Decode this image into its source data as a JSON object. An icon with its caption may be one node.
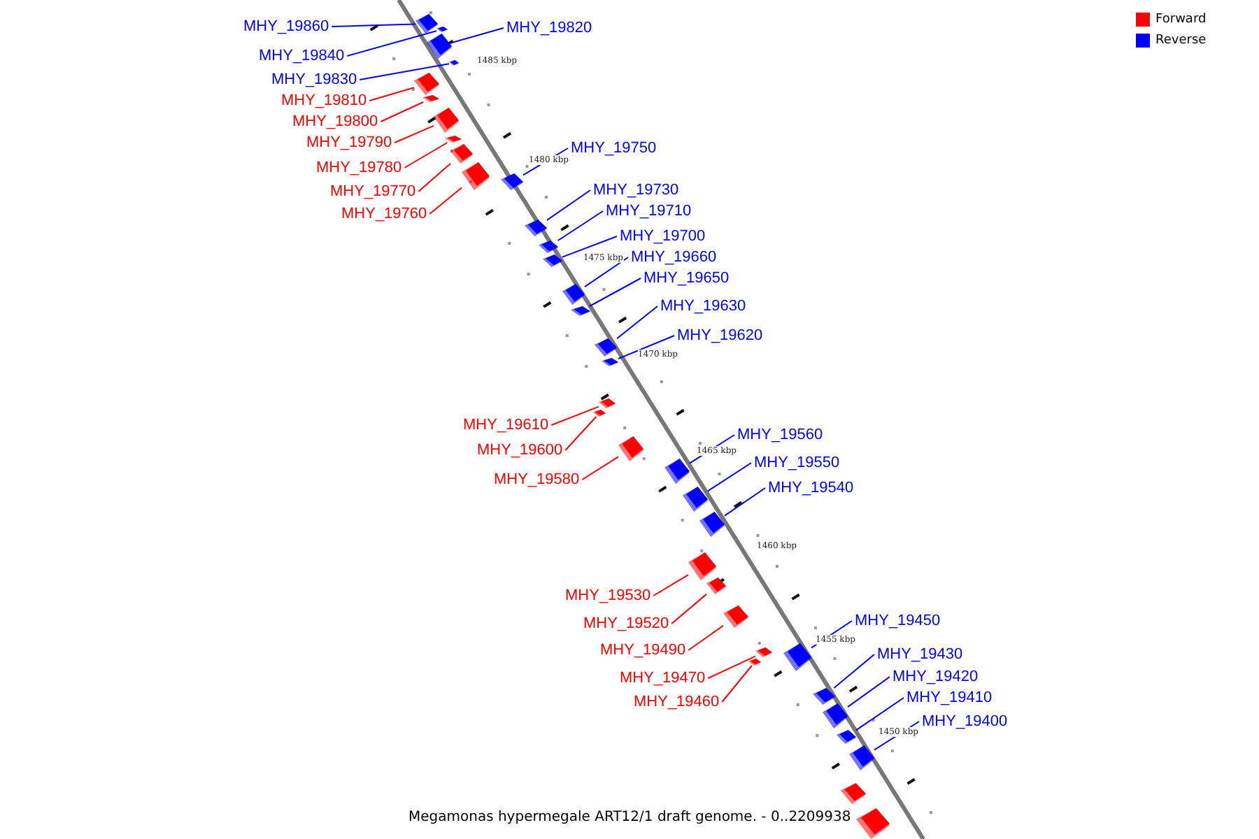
{
  "diagram": {
    "caption": "Megamonas hypermegale ART12/1 draft genome. - 0..2209938",
    "nodes": [
      {
        "text": [
          "MHY_19860"
        ]
      },
      {
        "text": [],
        "shape": "box"
      },
      {
        "text": [
          "MHY_19820"
        ]
      },
      {
        "text": [],
        "shape": "box"
      },
      {
        "text": [
          "MHY_19840"
        ]
      },
      {
        "text": [],
        "shape": "box"
      },
      {
        "text": [
          "MHY_19830"
        ]
      },
      {
        "text": [],
        "shape": "box"
      },
      {
        "text": [
          "MHY_19810"
        ]
      },
      {
        "text": [],
        "shape": "box"
      },
      {
        "text": [
          "MHY_19800"
        ]
      },
      {
        "text": [],
        "shape": "box"
      },
      {
        "text": [
          "MHY_19790"
        ]
      },
      {
        "text": [],
        "shape": "box"
      },
      {
        "text": [
          "MHY_19750"
        ]
      },
      {
        "text": [],
        "shape": "box"
      },
      {
        "text": [
          "MHY_19780"
        ]
      },
      {
        "text": [],
        "shape": "box"
      },
      {
        "text": [
          "MHY_19730"
        ]
      },
      {
        "text": [],
        "shape": "box"
      },
      {
        "text": [
          "MHY_19770"
        ]
      },
      {
        "text": [],
        "shape": "box"
      },
      {
        "text": [
          "MHY_19710"
        ]
      },
      {
        "text": [],
        "shape": "box"
      },
      {
        "text": [
          "MHY_19760"
        ]
      },
      {
        "text": [],
        "shape": "box"
      },
      {
        "text": [
          "MHY_19700"
        ]
      },
      {
        "text": [],
        "shape": "box"
      },
      {
        "text": [
          "MHY_19660"
        ]
      },
      {
        "text": [],
        "shape": "box"
      },
      {
        "text": [
          "MHY_19650"
        ]
      },
      {
        "text": [],
        "shape": "box"
      },
      {
        "text": [
          "MHY_19630"
        ]
      },
      {
        "text": [],
        "shape": "box"
      },
      {
        "text": [
          "MHY_19620"
        ]
      },
      {
        "text": [],
        "shape": "box"
      },
      {
        "text": [
          "MHY_19610"
        ]
      },
      {
        "text": [],
        "shape": "box"
      },
      {
        "text": [
          "MHY_19560"
        ]
      },
      {
        "text": [],
        "shape": "box"
      },
      {
        "text": [
          "MHY_19600"
        ]
      },
      {
        "text": [],
        "shape": "box"
      },
      {
        "text": [
          "MHY_19550"
        ]
      },
      {
        "text": [],
        "shape": "box"
      },
      {
        "text": [
          "MHY_19580"
        ]
      },
      {
        "text": [],
        "shape": "box"
      },
      {
        "text": [
          "MHY_19540"
        ]
      },
      {
        "text": [],
        "shape": "box"
      },
      {
        "text": [
          "MHY_19530"
        ]
      },
      {
        "text": [],
        "shape": "box"
      },
      {
        "text": [
          "MHY_19450"
        ]
      },
      {
        "text": [],
        "shape": "box"
      },
      {
        "text": [
          "MHY_19520"
        ]
      },
      {
        "text": [],
        "shape": "box"
      },
      {
        "text": [
          "MHY_19490"
        ]
      },
      {
        "text": [],
        "shape": "box"
      },
      {
        "text": [
          "MHY_19430"
        ]
      },
      {
        "text": [],
        "shape": "box"
      },
      {
        "text": [
          "MHY_19470"
        ]
      },
      {
        "text": [],
        "shape": "box"
      },
      {
        "text": [
          "MHY_19420"
        ]
      },
      {
        "text": [],
        "shape": "box"
      },
      {
        "text": [
          "MHY_19410"
        ]
      },
      {
        "text": [],
        "shape": "box"
      },
      {
        "text": [
          "MHY_19460"
        ]
      },
      {
        "text": [],
        "shape": "box"
      },
      {
        "text": [
          "MHY_19400"
        ]
      },
      {
        "text": [],
        "shape": "box"
      },
      {
        "text": [],
        "shape": "box"
      },
      {
        "text": [],
        "shape": "box"
      }
    ],
    "edges": [
      {
        "from": 0,
        "to": 1,
        "arrow": "none",
        "color": "#0000ff"
      },
      {
        "from": 2,
        "to": 3,
        "arrow": "none",
        "color": "#0000ff"
      },
      {
        "from": 4,
        "to": 5,
        "arrow": "none",
        "color": "#0000ff"
      },
      {
        "from": 6,
        "to": 7,
        "arrow": "none",
        "color": "#0000ff"
      },
      {
        "from": 8,
        "to": 9,
        "arrow": "none",
        "color": "#ff0000"
      },
      {
        "from": 10,
        "to": 11,
        "arrow": "none",
        "color": "#ff0000"
      },
      {
        "from": 12,
        "to": 13,
        "arrow": "none",
        "color": "#ff0000"
      },
      {
        "from": 14,
        "to": 15,
        "arrow": "none",
        "color": "#0000ff"
      },
      {
        "from": 16,
        "to": 17,
        "arrow": "none",
        "color": "#ff0000"
      },
      {
        "from": 18,
        "to": 19,
        "arrow": "none",
        "color": "#0000ff"
      },
      {
        "from": 20,
        "to": 21,
        "arrow": "none",
        "color": "#ff0000"
      },
      {
        "from": 22,
        "to": 23,
        "arrow": "none",
        "color": "#0000ff"
      },
      {
        "from": 24,
        "to": 25,
        "arrow": "none",
        "color": "#ff0000"
      },
      {
        "from": 26,
        "to": 27,
        "arrow": "none",
        "color": "#0000ff"
      },
      {
        "from": 28,
        "to": 29,
        "arrow": "none",
        "color": "#0000ff"
      },
      {
        "from": 30,
        "to": 31,
        "arrow": "none",
        "color": "#0000ff"
      },
      {
        "from": 32,
        "to": 33,
        "arrow": "none",
        "color": "#0000ff"
      },
      {
        "from": 34,
        "to": 35,
        "arrow": "none",
        "color": "#0000ff"
      },
      {
        "from": 36,
        "to": 37,
        "arrow": "none",
        "color": "#ff0000"
      },
      {
        "from": 38,
        "to": 39,
        "arrow": "none",
        "color": "#0000ff"
      },
      {
        "from": 40,
        "to": 41,
        "arrow": "none",
        "color": "#ff0000"
      },
      {
        "from": 42,
        "to": 43,
        "arrow": "none",
        "color": "#0000ff"
      },
      {
        "from": 44,
        "to": 45,
        "arrow": "none",
        "color": "#ff0000"
      },
      {
        "from": 46,
        "to": 47,
        "arrow": "none",
        "color": "#0000ff"
      },
      {
        "from": 48,
        "to": 49,
        "arrow": "none",
        "color": "#ff0000"
      },
      {
        "from": 50,
        "to": 51,
        "arrow": "none",
        "color": "#0000ff"
      },
      {
        "from": 52,
        "to": 53,
        "arrow": "none",
        "color": "#ff0000"
      },
      {
        "from": 54,
        "to": 55,
        "arrow": "none",
        "color": "#ff0000"
      },
      {
        "from": 56,
        "to": 57,
        "arrow": "none",
        "color": "#0000ff"
      },
      {
        "from": 58,
        "to": 59,
        "arrow": "none",
        "color": "#ff0000"
      },
      {
        "from": 60,
        "to": 61,
        "arrow": "none",
        "color": "#0000ff"
      },
      {
        "from": 62,
        "to": 63,
        "arrow": "none",
        "color": "#0000ff"
      },
      {
        "from": 64,
        "to": 65,
        "arrow": "none",
        "color": "#ff0000"
      },
      {
        "from": 66,
        "to": 67,
        "arrow": "none",
        "color": "#0000ff"
      }
    ],
    "labels": [
      "1485 kbp",
      "1480 kbp",
      "1475 kbp",
      "1470 kbp",
      "1465 kbp",
      "1460 kbp",
      "1455 kbp",
      "1450 kbp"
    ],
    "legend": [
      {
        "text": "Forward",
        "color": "#ff0000"
      },
      {
        "text": "Reverse",
        "color": "#0000ff"
      }
    ]
  }
}
